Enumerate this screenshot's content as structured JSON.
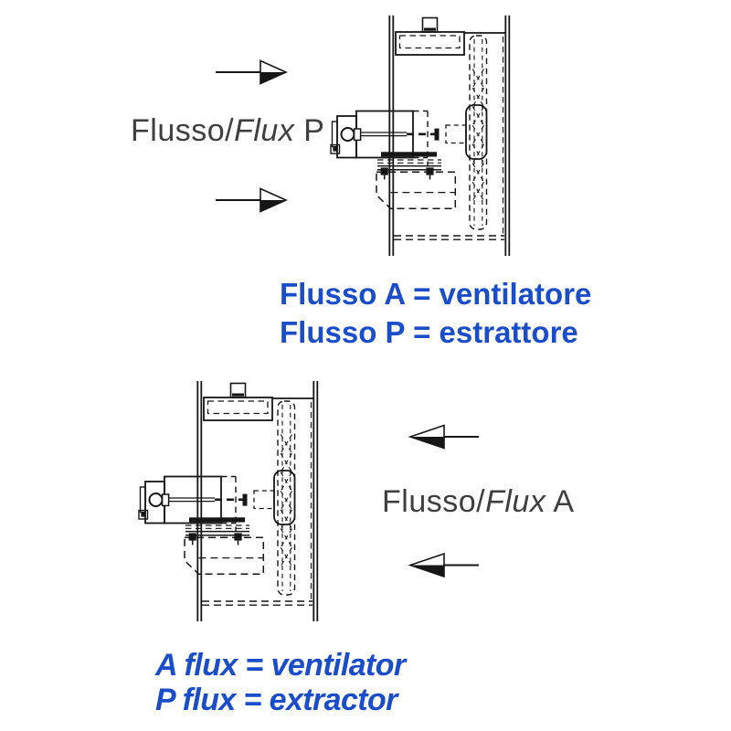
{
  "diagram": {
    "flow_labels": {
      "p": {
        "regular": "Flusso/",
        "italic": "Flux",
        "letter": "P"
      },
      "a": {
        "regular": "Flusso/",
        "italic": "Flux",
        "letter": "A"
      }
    },
    "legend_italian": {
      "line1": "Flusso A = ventilatore",
      "line2": "Flusso P = estrattore"
    },
    "legend_english": {
      "line1": "A flux = ventilator",
      "line2": "P flux = extractor"
    },
    "colors": {
      "legend_blue": "#1a4dc9",
      "line_black": "#161616",
      "label_gray": "#3f3f3f"
    },
    "icons": {
      "arrow_right": "flow-arrow-right-icon",
      "arrow_left": "flow-arrow-left-icon"
    }
  }
}
